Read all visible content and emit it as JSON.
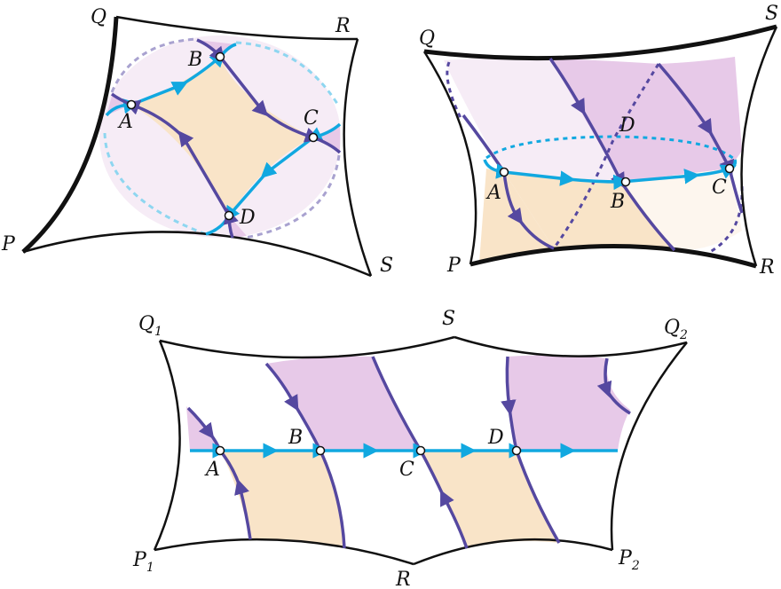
{
  "colors": {
    "boundary": "#111111",
    "cyan_flow": "#11a8e0",
    "purple_flow": "#5548a0",
    "pink_region": "#e7c9e8",
    "peach_region": "#f9e4c8",
    "light_pink": "#f6ecf6",
    "light_peach": "#fdf6ee",
    "dashed_cyan": "#8ed6f0",
    "dashed_purple": "#a9a2d0"
  },
  "panel1": {
    "corners": {
      "P": "P",
      "Q": "Q",
      "R": "R",
      "S": "S"
    },
    "points": {
      "A": "A",
      "B": "B",
      "C": "C",
      "D": "D"
    }
  },
  "panel2": {
    "corners": {
      "P": "P",
      "Q": "Q",
      "R": "R",
      "S": "S"
    },
    "points": {
      "A": "A",
      "B": "B",
      "C": "C",
      "D": "D"
    }
  },
  "panel3": {
    "corners": {
      "Q1": {
        "base": "Q",
        "sub": "1"
      },
      "Q2": {
        "base": "Q",
        "sub": "2"
      },
      "P1": {
        "base": "P",
        "sub": "1"
      },
      "P2": {
        "base": "P",
        "sub": "2"
      },
      "S": "S",
      "R": "R"
    },
    "points": {
      "A": "A",
      "B": "B",
      "C": "C",
      "D": "D"
    }
  }
}
